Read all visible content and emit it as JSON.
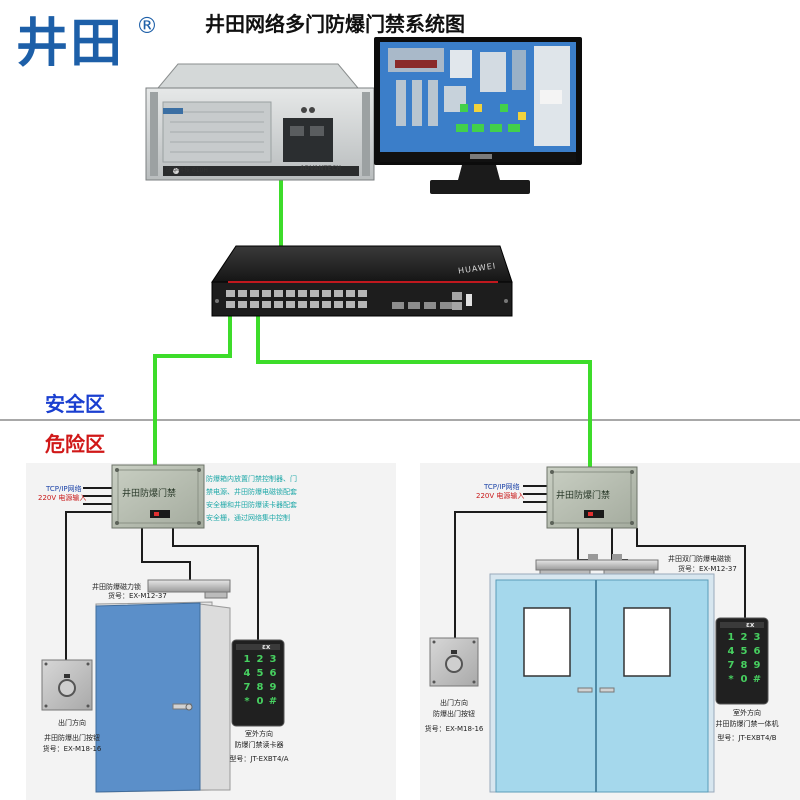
{
  "brand": {
    "name": "井田",
    "reg": "®"
  },
  "title": "井田网络多门防爆门禁系统图",
  "zones": {
    "safe": "安全区",
    "danger": "危险区"
  },
  "colors": {
    "cable": "#3ddc2a",
    "brand": "#1d5fa8",
    "safe": "#1a3fd0",
    "danger": "#d01818",
    "door_left": "#5b8fc9",
    "door_right": "#a5d8ec"
  },
  "server": {
    "brand_left": "研华科技 610H",
    "brand_right": "ADVANTECH"
  },
  "switch": {
    "brand": "HUAWEI"
  },
  "left_site": {
    "controller_label": "井田防爆门禁",
    "tcp_label": "TCP/IP网络",
    "power_label": "220V 电源输入",
    "desc_lines": [
      "防爆箱内放置门禁控制器、门",
      "禁电源、井田防爆电磁锁配套",
      "安全栅和井田防爆读卡器配套",
      "安全栅，通过网络集中控制"
    ],
    "lock_title": "井田防爆磁力锁",
    "lock_model": "货号：EX-M12-37",
    "button_lines": [
      "出门方向",
      "井田防爆出门按钮",
      "货号：EX-M18-16"
    ],
    "reader_lines": [
      "室外方向",
      "防爆门禁读卡器",
      "型号：JT-EXBT4/A"
    ],
    "reader_ex": "εx"
  },
  "right_site": {
    "controller_label": "井田防爆门禁",
    "tcp_label": "TCP/IP网络",
    "power_label": "220V 电源输入",
    "lock_title": "井田双门防爆电磁锁",
    "lock_model": "货号：EX-M12-37",
    "button_lines": [
      "出门方向",
      "防爆出门按钮",
      "货号：EX-M18-16"
    ],
    "reader_lines": [
      "室外方向",
      "井田防爆门禁一体机",
      "型号：JT-EXBT4/B"
    ],
    "reader_ex": "εx"
  },
  "keypad_keys": [
    "1",
    "2",
    "3",
    "4",
    "5",
    "6",
    "7",
    "8",
    "9",
    "*",
    "0",
    "#"
  ]
}
